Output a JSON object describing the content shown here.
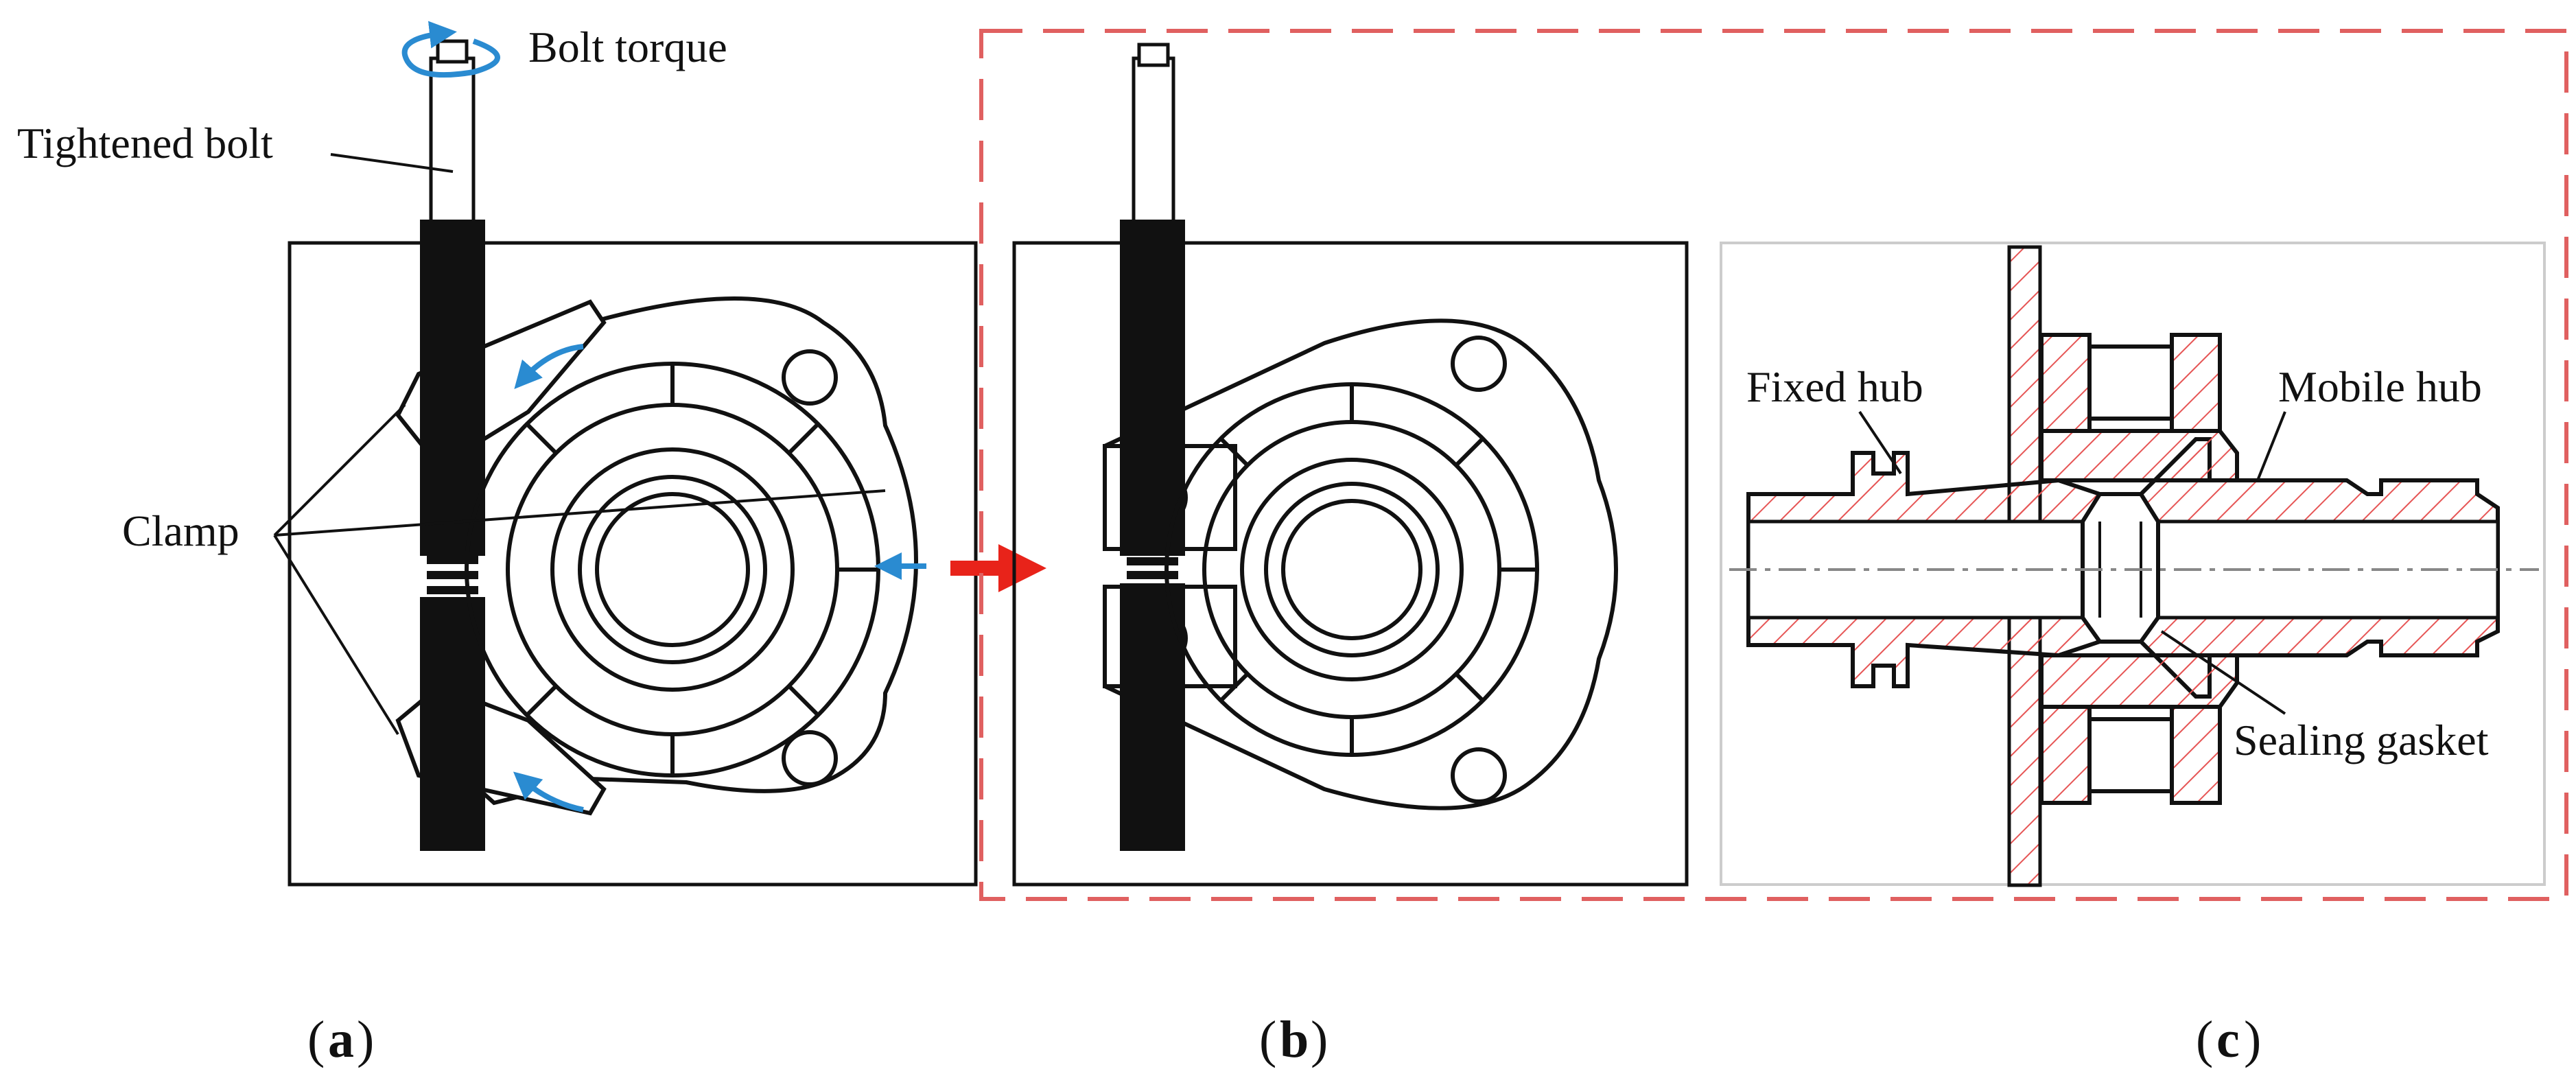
{
  "labels": {
    "bolt_torque": "Bolt torque",
    "tightened_bolt": "Tightened bolt",
    "clamp": "Clamp",
    "fixed_hub": "Fixed hub",
    "mobile_hub": "Mobile hub",
    "sealing_gasket": "Sealing gasket"
  },
  "captions": {
    "a": "a",
    "b": "b",
    "c": "c"
  },
  "colors": {
    "line": "#111111",
    "arrow_blue": "#2a8bd1",
    "arrow_red": "#e8231a",
    "dash_red": "#e06060",
    "hatch": "#e65555"
  }
}
